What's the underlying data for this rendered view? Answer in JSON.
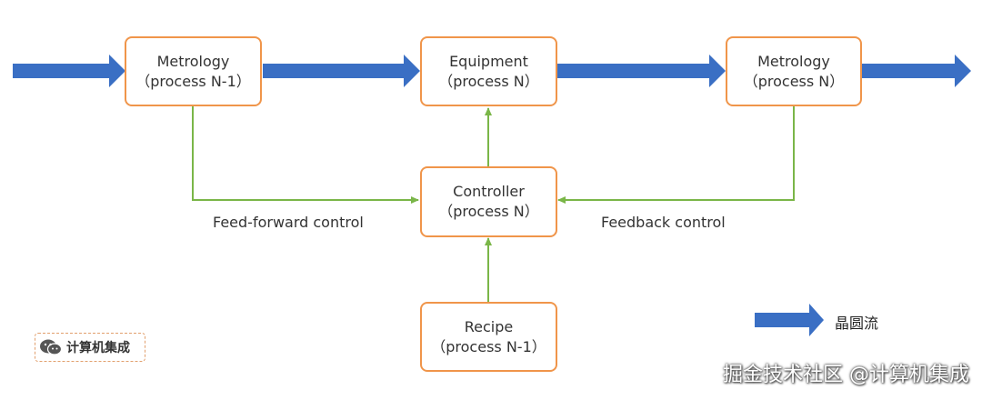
{
  "nodes": {
    "metrology_prev": {
      "line1": "Metrology",
      "line2": "（process N-1）"
    },
    "equipment": {
      "line1": "Equipment",
      "line2": "（process N）"
    },
    "metrology_curr": {
      "line1": "Metrology",
      "line2": "（process N）"
    },
    "controller": {
      "line1": "Controller",
      "line2": "（process N）"
    },
    "recipe": {
      "line1": "Recipe",
      "line2": "（process N-1）"
    }
  },
  "edge_labels": {
    "feed_forward": "Feed-forward control",
    "feedback": "Feedback control"
  },
  "legend": {
    "wafer_flow": "晶圆流"
  },
  "badge": {
    "text": "计算机集成"
  },
  "watermark": {
    "text": "掘金技术社区 @计算机集成"
  },
  "colors": {
    "flow_arrow": "#3a6fc4",
    "control_line": "#7ab648",
    "box_border": "#f0954a"
  },
  "icons": {
    "badge_icon": "wechat-icon"
  }
}
